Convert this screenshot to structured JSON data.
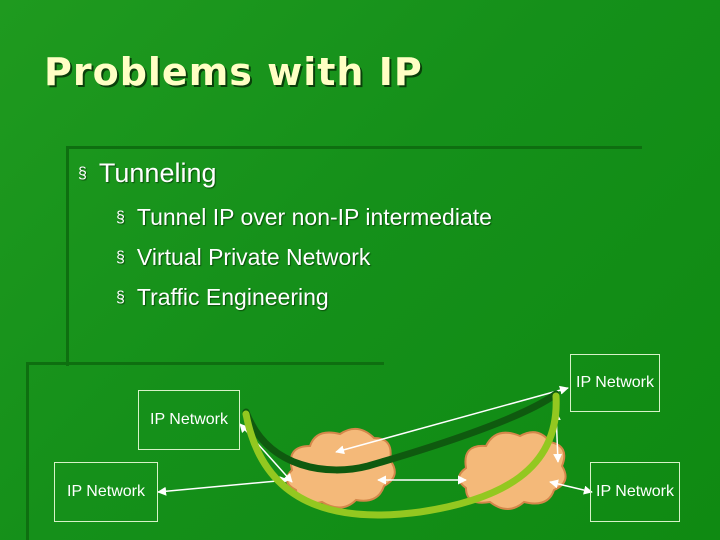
{
  "slide": {
    "title": "Problems with IP",
    "bullets": [
      {
        "text": "Tunneling",
        "sub": [
          "Tunnel IP over non-IP intermediate",
          "Virtual Private Network",
          "Traffic Engineering"
        ]
      }
    ],
    "bullet_marker": "§"
  },
  "diagram": {
    "networks": [
      {
        "id": "top-right",
        "label": "IP Network"
      },
      {
        "id": "upper-left",
        "label": "IP Network"
      },
      {
        "id": "lower-left",
        "label": "IP Network"
      },
      {
        "id": "lower-right",
        "label": "IP Network"
      }
    ],
    "colors": {
      "cloud_fill": "#f4b979",
      "tunnel_dark": "#0f5a0f",
      "tunnel_light": "#93c820",
      "link": "#ffffff"
    }
  }
}
